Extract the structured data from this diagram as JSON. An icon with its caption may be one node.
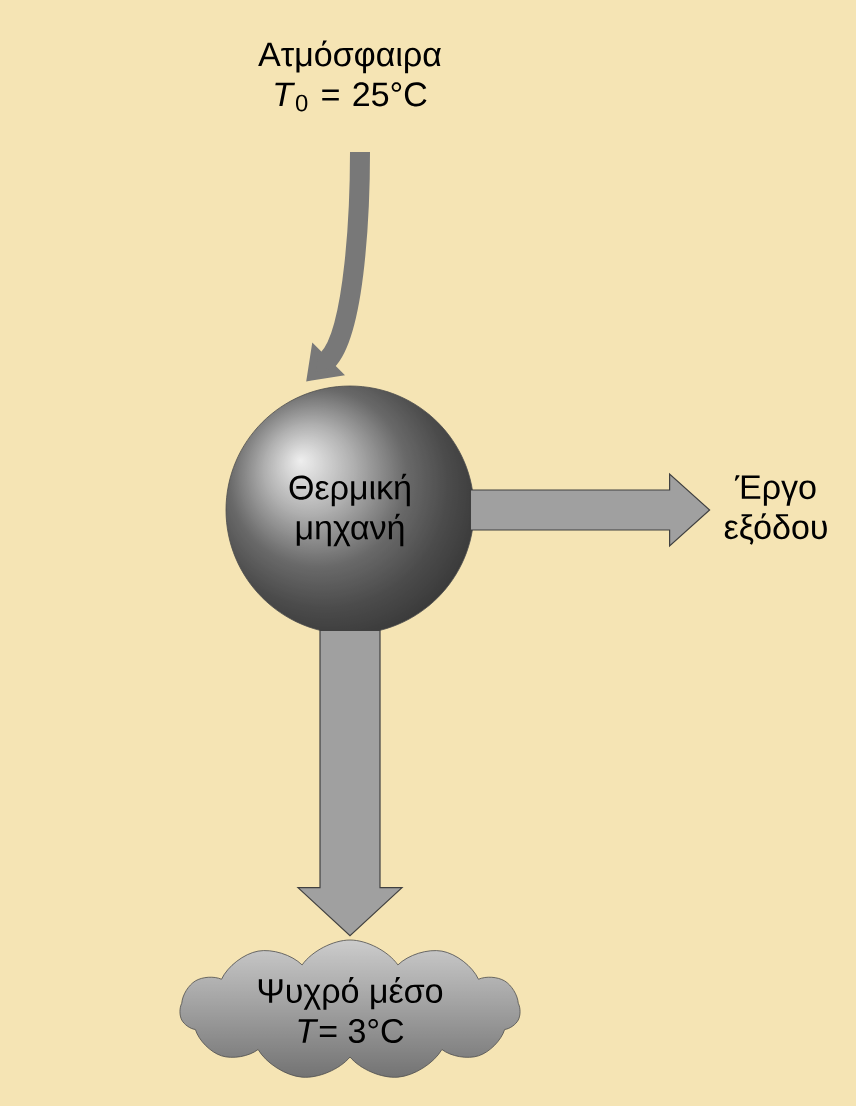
{
  "diagram": {
    "nodes": [
      {
        "text": [
          "Ατμόσφαιρα",
          "*T*$_{0}$ = 25°C"
        ]
      },
      {
        "text": [
          "Θερμική μηχανή"
        ]
      },
      {
        "text": [
          "Έργο εξόδου"
        ]
      },
      {
        "text": [
          "Ψυχρό μέσο",
          "*T*= 3°C"
        ]
      }
    ],
    "edges": [
      {
        "from": 0,
        "to": 1,
        "arrow": "to"
      },
      {
        "from": 1,
        "to": 2,
        "arrow": "to"
      },
      {
        "from": 1,
        "to": 3,
        "arrow": "to"
      }
    ]
  }
}
